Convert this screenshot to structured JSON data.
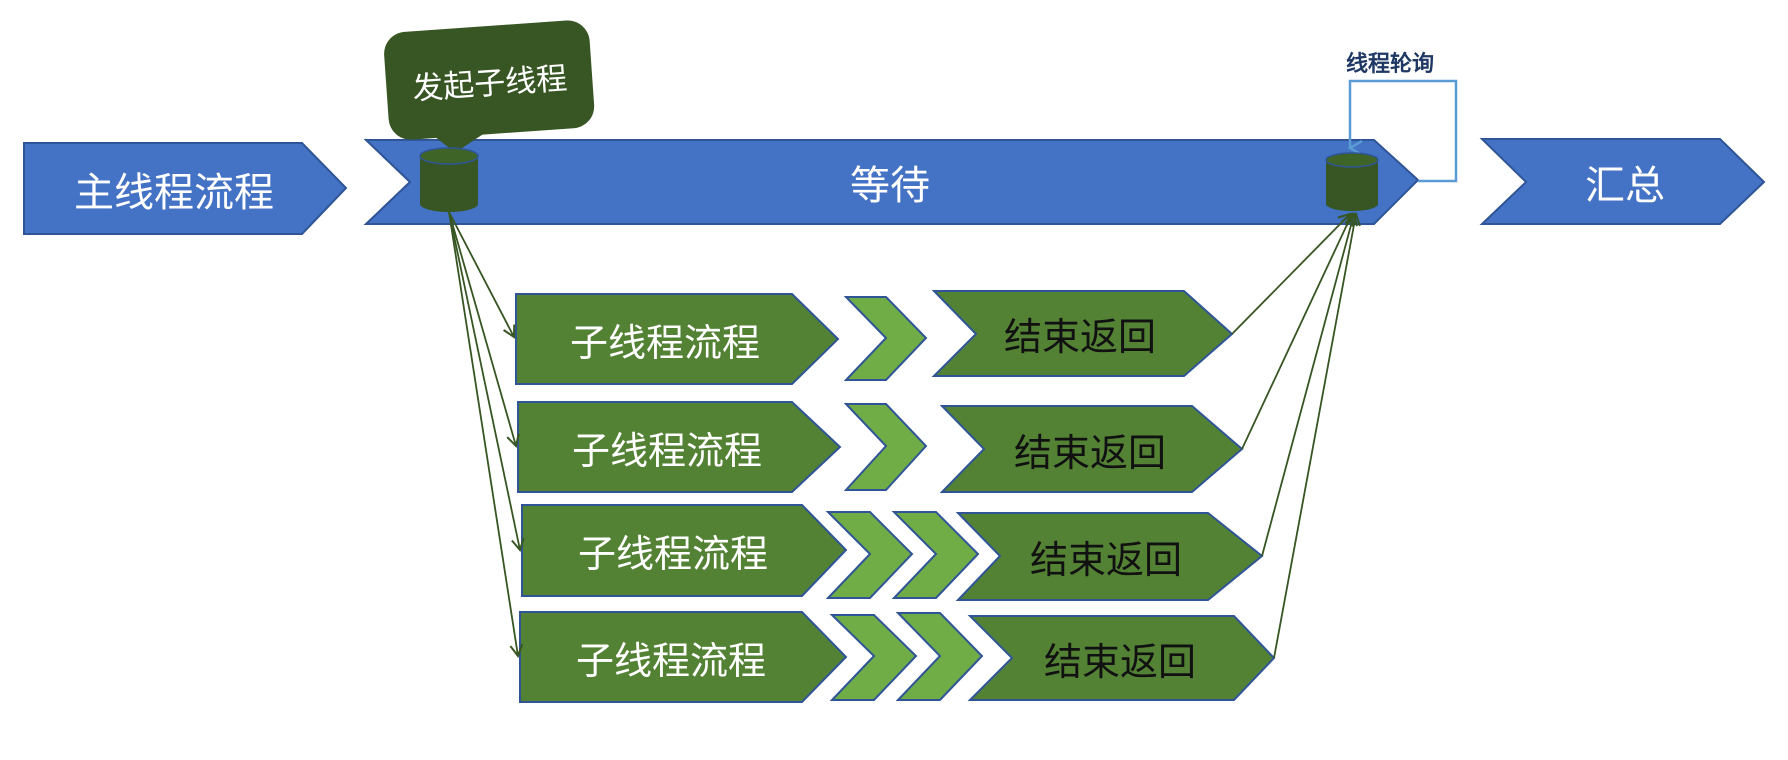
{
  "main_flow": {
    "start_label": "主线程流程",
    "wait_label": "等待",
    "summary_label": "汇总"
  },
  "callouts": {
    "spawn_label": "发起子线程",
    "poll_label": "线程轮询"
  },
  "sub_threads": [
    {
      "process_label": "子线程流程",
      "return_label": "结束返回",
      "chevrons": 1
    },
    {
      "process_label": "子线程流程",
      "return_label": "结束返回",
      "chevrons": 1
    },
    {
      "process_label": "子线程流程",
      "return_label": "结束返回",
      "chevrons": 2
    },
    {
      "process_label": "子线程流程",
      "return_label": "结束返回",
      "chevrons": 2
    }
  ],
  "colors": {
    "main_blue": "#4472c4",
    "main_blue_border": "#2f5597",
    "sub_green": "#548235",
    "chevron_green": "#70ad47",
    "node_green": "#375623",
    "poll_line": "#5b9bd5",
    "label_navy": "#1f3864"
  }
}
